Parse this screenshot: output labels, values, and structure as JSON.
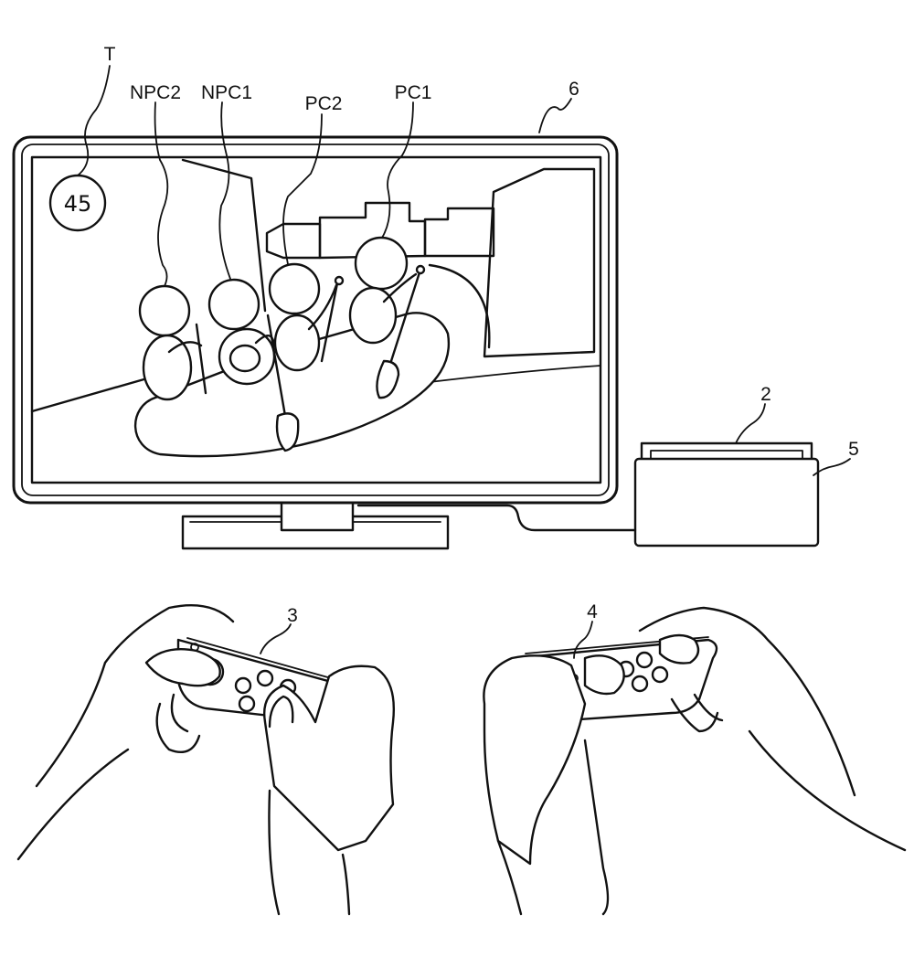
{
  "labels": {
    "timer_ref": "T",
    "npc2": "NPC2",
    "npc1": "NPC1",
    "pc2": "PC2",
    "pc1": "PC1",
    "display_ref": "6",
    "cartridge_ref": "2",
    "console_ref": "5",
    "left_controller_ref": "3",
    "right_controller_ref": "4"
  },
  "timer": {
    "value": "45"
  }
}
